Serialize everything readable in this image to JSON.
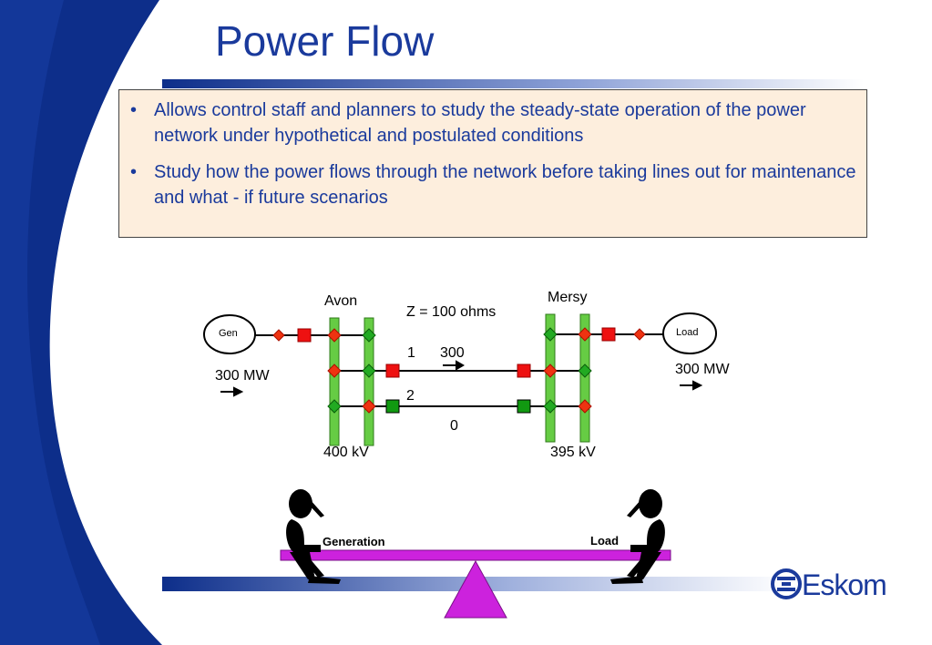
{
  "slide": {
    "title": "Power Flow",
    "bullets": [
      "Allows control staff and planners to study the steady-state operation of the power network under hypothetical and postulated conditions",
      "Study how the power flows through the network before taking lines out for maintenance and what - if future scenarios"
    ],
    "bullet_char": "•"
  },
  "diagram": {
    "gen_label": "Gen",
    "load_label": "Load",
    "bus_left": "Avon",
    "bus_right": "Mersy",
    "impedance": "Z = 100 ohms",
    "line1_number": "1",
    "line1_flow": "300",
    "line2_number": "2",
    "line2_flow": "0",
    "gen_power": "300 MW",
    "load_power": "300 MW",
    "voltage_left": "400 kV",
    "voltage_right": "395 kV"
  },
  "seesaw": {
    "left_label": "Generation",
    "right_label": "Load"
  },
  "logo": {
    "text": "Eskom"
  },
  "colors": {
    "title": "#1a3a9c",
    "busbar": "#66cc44",
    "breaker_closed": "#ee1111",
    "breaker_open": "#119911",
    "seesaw": "#cc22dd"
  }
}
